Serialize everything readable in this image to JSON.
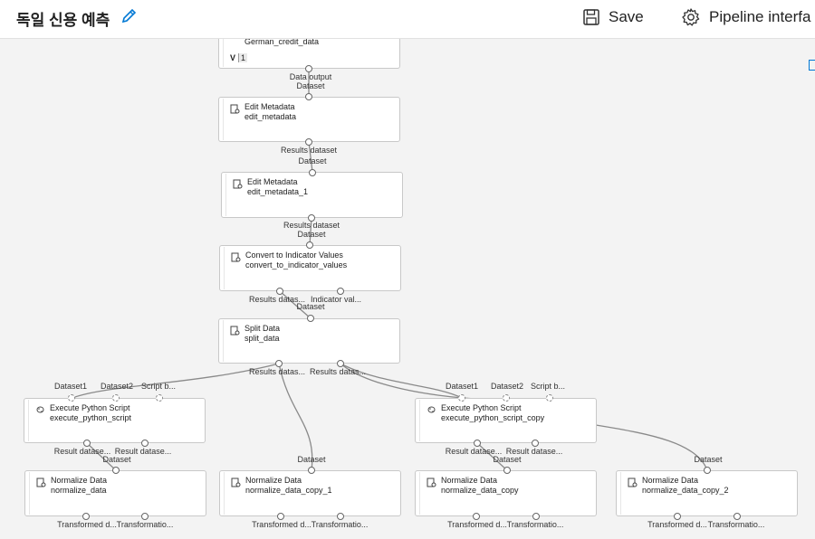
{
  "header": {
    "title": "독일 신용 예측",
    "save_label": "Save",
    "pipeline_label": "Pipeline interfa"
  },
  "nodes": [
    {
      "id": "dataset",
      "title": "",
      "subtitle": "German_credit_data",
      "badge_letter": "V",
      "badge_value": "1"
    },
    {
      "id": "edit1",
      "title": "Edit Metadata",
      "subtitle": "edit_metadata"
    },
    {
      "id": "edit2",
      "title": "Edit Metadata",
      "subtitle": "edit_metadata_1"
    },
    {
      "id": "convert",
      "title": "Convert to Indicator Values",
      "subtitle": "convert_to_indicator_values"
    },
    {
      "id": "split",
      "title": "Split Data",
      "subtitle": "split_data"
    },
    {
      "id": "py1",
      "title": "Execute Python Script",
      "subtitle": "execute_python_script"
    },
    {
      "id": "py2",
      "title": "Execute Python Script",
      "subtitle": "execute_python_script_copy"
    },
    {
      "id": "norm1",
      "title": "Normalize Data",
      "subtitle": "normalize_data"
    },
    {
      "id": "norm2",
      "title": "Normalize Data",
      "subtitle": "normalize_data_copy_1"
    },
    {
      "id": "norm3",
      "title": "Normalize Data",
      "subtitle": "normalize_data_copy"
    },
    {
      "id": "norm4",
      "title": "Normalize Data",
      "subtitle": "normalize_data_copy_2"
    }
  ],
  "ports": {
    "data_output": "Data output",
    "dataset": "Dataset",
    "results_dataset": "Results dataset",
    "results_datas": "Results datas...",
    "indicator_val": "Indicator val...",
    "results_datas_short": "Results datas...",
    "dataset1": "Dataset1",
    "dataset2": "Dataset2",
    "script_b": "Script b...",
    "result_datase": "Result datase...",
    "transformed_d": "Transformed d...",
    "transformatio": "Transformatio..."
  }
}
